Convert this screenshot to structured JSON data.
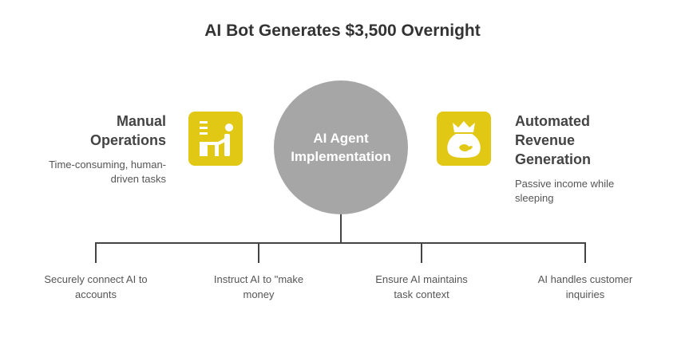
{
  "title": "AI Bot Generates $3,500 Overnight",
  "center": {
    "label": "AI Agent Implementation"
  },
  "left": {
    "heading": "Manual Operations",
    "description": "Time-consuming, human-driven tasks",
    "icon": "worker-at-desk-icon"
  },
  "right": {
    "heading": "Automated Revenue Generation",
    "description": "Passive income while sleeping",
    "icon": "money-bag-icon"
  },
  "steps": [
    {
      "label": "Securely connect AI to accounts"
    },
    {
      "label": "Instruct AI to \"make money"
    },
    {
      "label": "Ensure AI maintains task context"
    },
    {
      "label": "AI handles customer inquiries"
    }
  ],
  "colors": {
    "accent": "#e0c814",
    "circle": "#a6a6a6"
  }
}
